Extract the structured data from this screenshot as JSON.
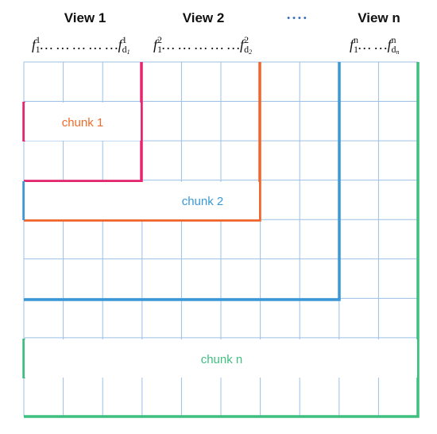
{
  "views": [
    {
      "label": "View 1"
    },
    {
      "label": "View 2"
    },
    {
      "label": "View n"
    }
  ],
  "view_ellipsis": "••••",
  "features": {
    "group1": {
      "first_base": "f",
      "first_sup": "1",
      "first_sub": "1",
      "dots": "… … … … …",
      "last_base": "f",
      "last_sup": "1",
      "last_sub": "d",
      "last_subsub": "1"
    },
    "group2": {
      "first_base": "f",
      "first_sup": "2",
      "first_sub": "1",
      "dots": "… … … … …",
      "last_base": "f",
      "last_sup": "2",
      "last_sub": "d",
      "last_subsub": "2"
    },
    "groupn": {
      "first_base": "f",
      "first_sup": "n",
      "first_sub": "1",
      "dots": "… …",
      "last_base": "f",
      "last_sup": "n",
      "last_sub": "d",
      "last_subsub": "n"
    }
  },
  "chunks": [
    {
      "label": "chunk 1",
      "color": "#f06b2a"
    },
    {
      "label": "chunk 2",
      "color": "#3a98d6"
    },
    {
      "label": "chunk n",
      "color": "#3fbf7f"
    }
  ],
  "colors": {
    "chunk1_border": "#e8246a",
    "chunk2_border": "#f0652a",
    "chunk3_border": "#3a98d6",
    "chunkn_border": "#3fbf7f",
    "ellipsis": "#3a6fb8",
    "grid": "#9cc0e6"
  }
}
